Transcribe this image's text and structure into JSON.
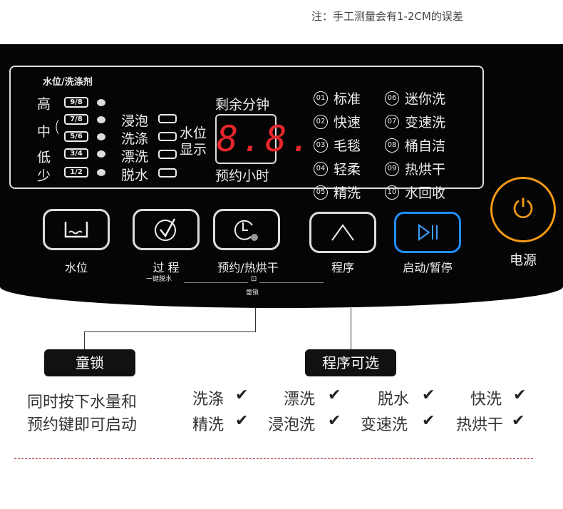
{
  "note": "注：手工测量会有1-2CM的误差",
  "display": {
    "water_detergent_label": "水位/洗涤剂",
    "levels": [
      "高",
      "中",
      "低",
      "少"
    ],
    "fractions": [
      "9/8",
      "7/8",
      "5/6",
      "3/4",
      "1/2"
    ],
    "phases": [
      "浸泡",
      "洗涤",
      "漂洗",
      "脱水"
    ],
    "water_display": [
      "水位",
      "显示"
    ],
    "remaining_minutes": "剩余分钟",
    "digits": "8.8.",
    "reserve_hours": "预约小时",
    "programs": [
      {
        "num": "01",
        "name": "标准"
      },
      {
        "num": "02",
        "name": "快速"
      },
      {
        "num": "03",
        "name": "毛毯"
      },
      {
        "num": "04",
        "name": "轻柔"
      },
      {
        "num": "05",
        "name": "精洗"
      },
      {
        "num": "06",
        "name": "迷你洗"
      },
      {
        "num": "07",
        "name": "变速洗"
      },
      {
        "num": "08",
        "name": "桶自洁"
      },
      {
        "num": "09",
        "name": "热烘干"
      },
      {
        "num": "10",
        "name": "水回收"
      }
    ]
  },
  "buttons": {
    "water": "水位",
    "process": "过 程",
    "one_key_spin": "一键脱水",
    "reserve": "预约/热烘干",
    "program": "程序",
    "start": "启动/暂停",
    "power": "电源",
    "child_lock": "童锁"
  },
  "callouts": {
    "child_lock_tag": "童锁",
    "program_tag": "程序可选",
    "child_lock_desc": [
      "同时按下水量和",
      "预约键即可启动"
    ],
    "options": [
      "洗涤",
      "漂洗",
      "脱水",
      "快洗",
      "精洗",
      "浸泡洗",
      "变速洗",
      "热烘干"
    ],
    "check": "✔"
  },
  "colors": {
    "accent_orange": "#f29a16",
    "accent_blue": "#1e90ff",
    "digit_red": "#e8262c"
  }
}
